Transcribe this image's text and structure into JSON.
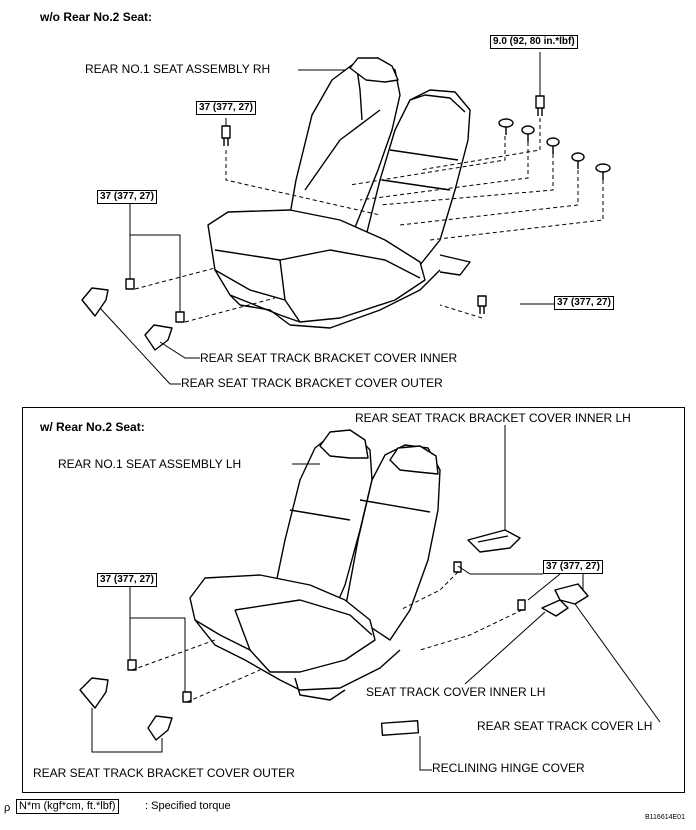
{
  "top_section": {
    "title": "w/o Rear No.2 Seat:",
    "labels": {
      "seat_assembly": "REAR NO.1 SEAT ASSEMBLY RH",
      "bracket_inner": "REAR SEAT TRACK BRACKET COVER INNER",
      "bracket_outer": "REAR SEAT TRACK BRACKET COVER OUTER"
    },
    "torques": {
      "top_right": "9.0 (92, 80 in.*lbf)",
      "upper_left": "37 (377, 27)",
      "left": "37 (377, 27)",
      "bottom_right": "37 (377, 27)"
    }
  },
  "bottom_section": {
    "title": "w/ Rear No.2 Seat:",
    "labels": {
      "bracket_inner_lh": "REAR SEAT TRACK BRACKET COVER INNER LH",
      "seat_assembly": "REAR NO.1 SEAT ASSEMBLY LH",
      "track_cover_inner": "SEAT TRACK COVER INNER LH",
      "track_cover": "REAR SEAT TRACK COVER LH",
      "bracket_outer": "REAR SEAT TRACK BRACKET COVER OUTER",
      "hinge_cover": "RECLINING HINGE COVER"
    },
    "torques": {
      "left": "37 (377, 27)",
      "right": "37 (377, 27)"
    }
  },
  "legend": {
    "prefix": "ρ",
    "box": "N*m (kgf*cm, ft.*lbf)",
    "text": ": Specified torque"
  },
  "figure_code": "B116614E01"
}
